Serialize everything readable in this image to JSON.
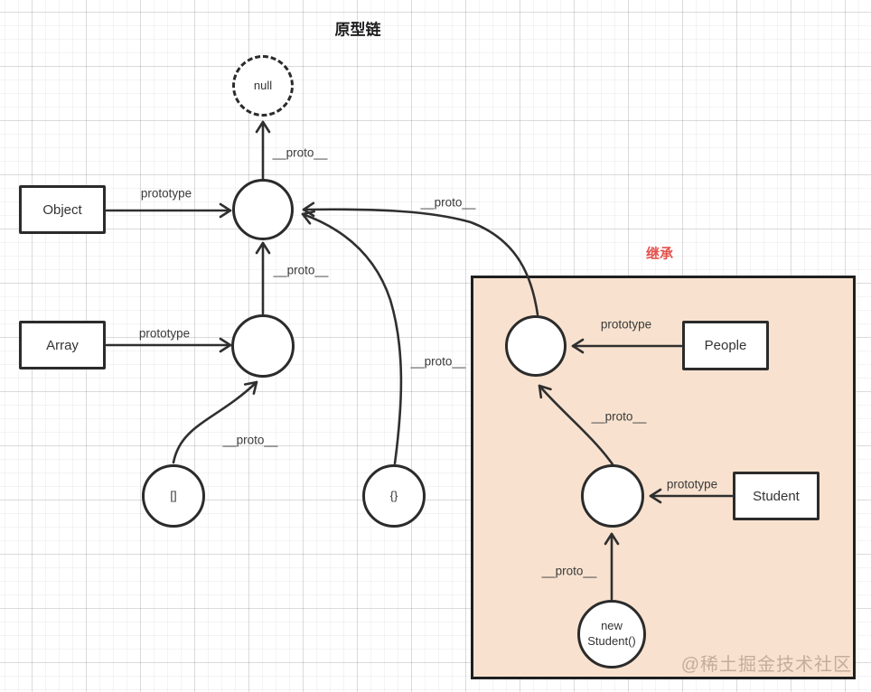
{
  "title": "原型链",
  "inheritance": {
    "label": "继承"
  },
  "watermark": "@稀土掘金技术社区",
  "colors": {
    "line": "#2f2f2f",
    "node_border": "#2b2b2b",
    "node_fill": "#ffffff",
    "inheritance_region_fill": "#f8e2cf",
    "inheritance_region_border": "#1f1f1f",
    "inheritance_label": "#e5504c",
    "grid_major": "#e4e4e8",
    "grid_minor": "#f4f4f6"
  },
  "nodes": {
    "null_node": {
      "label": "null"
    },
    "object_box": {
      "label": "Object"
    },
    "array_box": {
      "label": "Array"
    },
    "people_box": {
      "label": "People"
    },
    "student_box": {
      "label": "Student"
    },
    "empty_array": {
      "label": "[]"
    },
    "empty_object": {
      "label": "{}"
    },
    "new_student": {
      "label": "new Student()"
    },
    "object_prototype_circle": {
      "label": ""
    },
    "array_prototype_circle": {
      "label": ""
    },
    "people_prototype_circle": {
      "label": ""
    },
    "student_prototype_circle": {
      "label": ""
    }
  },
  "edge_labels": {
    "object_prototype": "prototype",
    "array_prototype": "prototype",
    "people_prototype": "prototype",
    "student_prototype": "prototype",
    "objproto_to_null": "__proto__",
    "arrproto_to_objproto": "__proto__",
    "emptyarray_to_arrproto": "__proto__",
    "emptyobject_to_objproto": "__proto__",
    "peopleproto_to_objproto": "__proto__",
    "studentproto_to_peopleproto": "__proto__",
    "newstudent_to_studentproto": "__proto__"
  }
}
